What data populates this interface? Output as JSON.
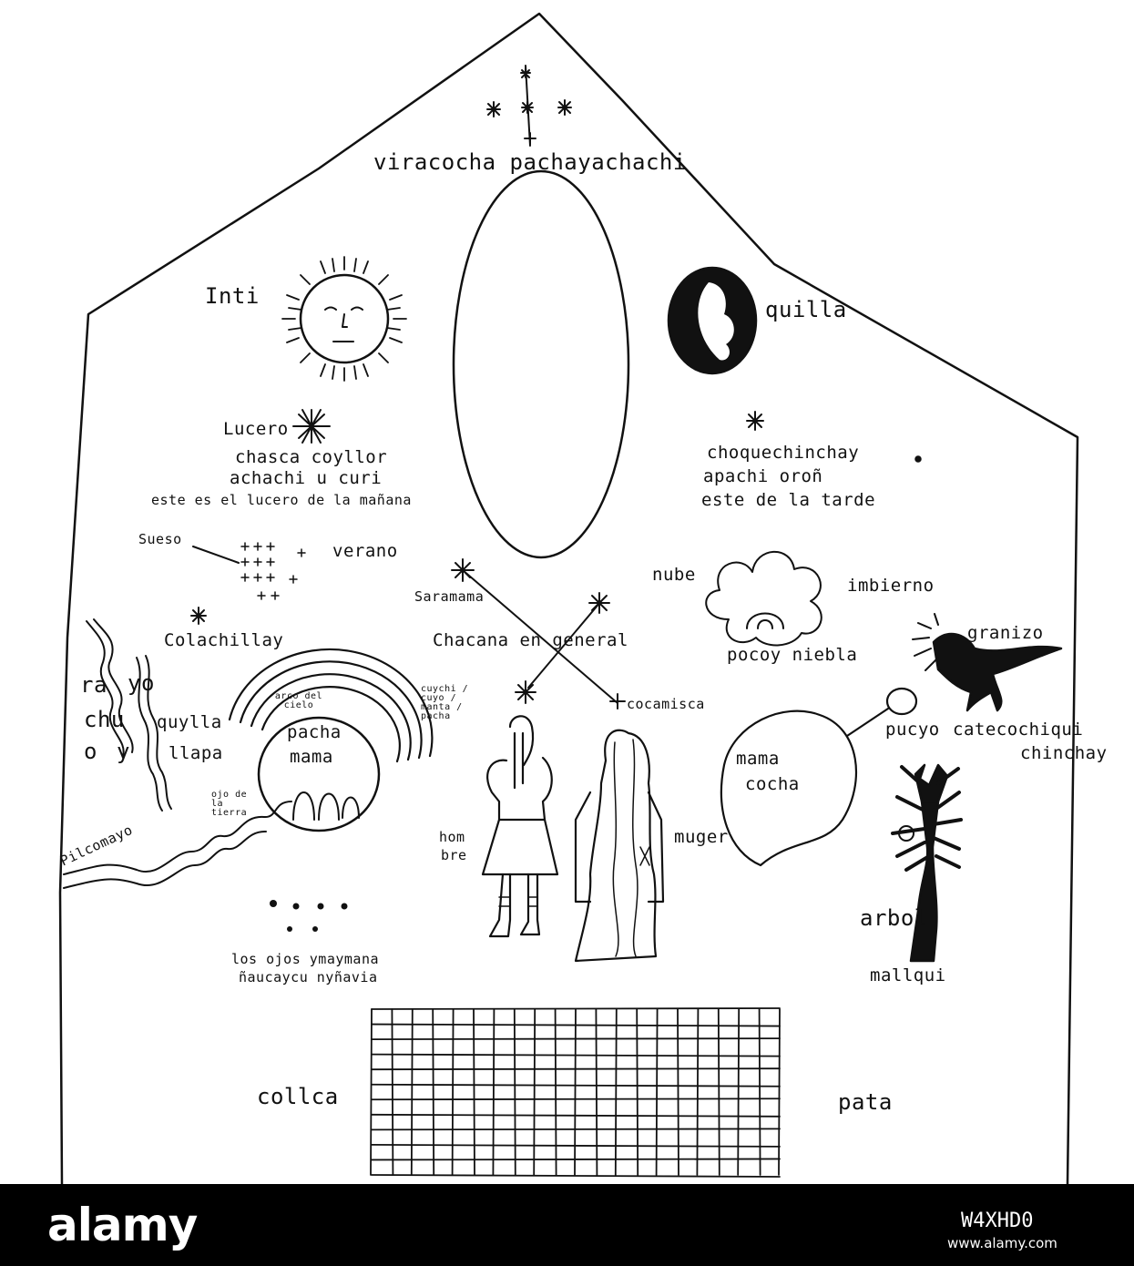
{
  "labels": {
    "viracocha": "viracocha pachayachachi",
    "inti": "Inti",
    "quilla": "quilla",
    "lucero": "Lucero",
    "chasca": "chasca coyllor",
    "achachi": "achachi u curi",
    "manana": "este es el lucero de la mañana",
    "chuquechinchay": "choquechinchay",
    "apachi": "apachi oroñ",
    "tarde": "este de la tarde",
    "suso": "Sueso",
    "verano": "verano",
    "nube": "nube",
    "imbierno": "imbierno",
    "saramama": "Saramama",
    "chacana": "Chacana en general",
    "colachillay": "Colachillay",
    "granizo": "granizo",
    "pocoy": "pocoy niebla",
    "rayo_left": "ra",
    "rayo_right": "yo",
    "chu": "chu",
    "o_left": "o",
    "o_right": "y",
    "quylla": "quylla",
    "llapa": "llapa",
    "arco": "arco del cielo",
    "pacha": "pacha",
    "mama": "mama",
    "cuychi": "cuychi / cuyo / manta / pacha",
    "cocamisca": "cocamisca",
    "pucyo": "pucyo",
    "catequil": "catecochiqui",
    "chinchay": "chinchay",
    "mamacocha_1": "mama",
    "mamacocha_2": "cocha",
    "ojo": "ojo de la tierra",
    "hombre_1": "hom",
    "hombre_2": "bre",
    "muger": "muger",
    "arbol": "arbol",
    "mallqui": "mallqui",
    "pilcomayo": "Pilcomayo",
    "ojos_1": "los ojos ymaymana",
    "ojos_2": "ñaucaycu  nyñavia",
    "collca": "collca",
    "pata": "pata"
  },
  "footer": {
    "logo": "alamy",
    "code": "W4XHD0",
    "url": "www.alamy.com"
  },
  "colors": {
    "ink": "#111111",
    "paper": "#ffffff",
    "footer_bg": "#000000"
  }
}
